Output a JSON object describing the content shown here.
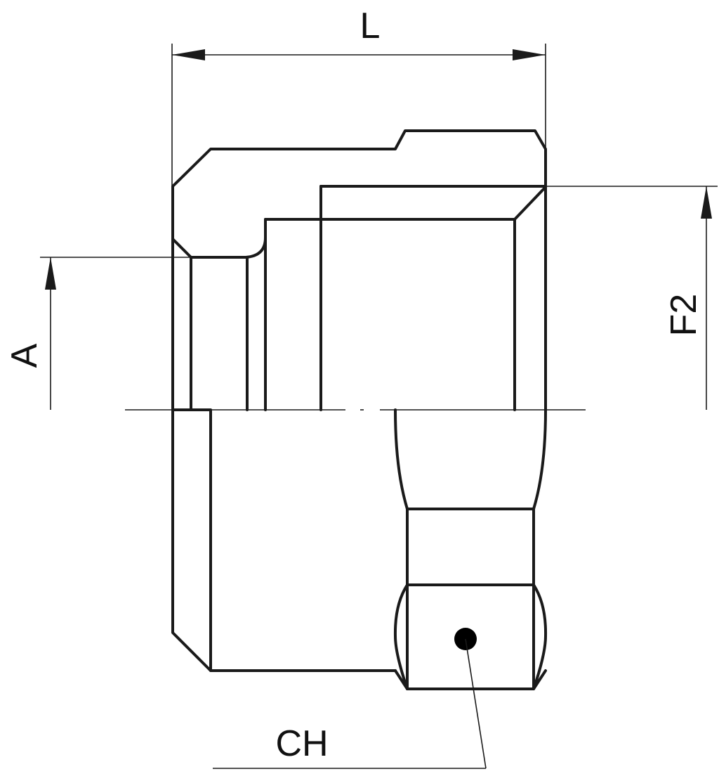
{
  "labels": {
    "length": "L",
    "diameter": "A",
    "thread": "F2",
    "hex": "CH"
  },
  "colors": {
    "line": "#1a1a1a",
    "background": "#ffffff"
  }
}
